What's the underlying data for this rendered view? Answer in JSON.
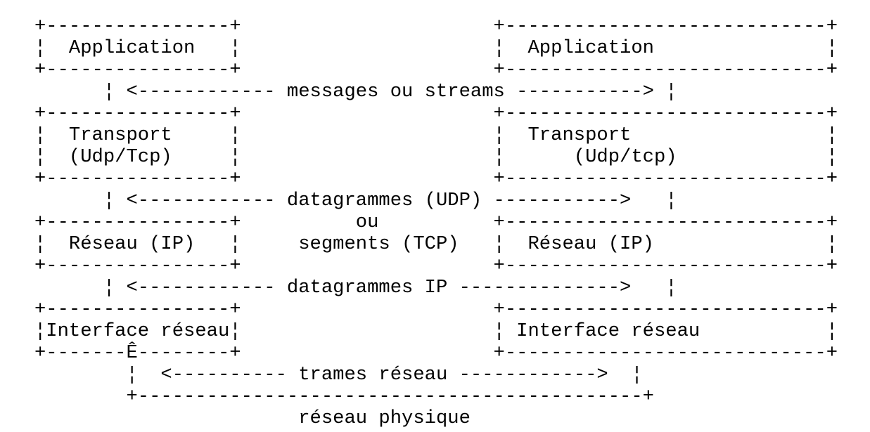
{
  "page": {
    "background_color": "#ffffff",
    "text_color": "#000000"
  },
  "diagram": {
    "type": "ascii-art",
    "lines": [
      "   +----------------+                      +----------------------------+",
      "   ¦  Application   ¦                      ¦  Application               ¦",
      "   +----------------+                      +----------------------------+",
      "         ¦ <------------ messages ou streams -----------> ¦",
      "   +----------------+                      +----------------------------+",
      "   ¦  Transport     ¦                      ¦  Transport                 ¦",
      "   ¦  (Udp/Tcp)     ¦                      ¦      (Udp/tcp)             ¦",
      "   +----------------+                      +----------------------------+",
      "         ¦ <------------ datagrammes (UDP) ----------->   ¦",
      "   +----------------+          ou          +----------------------------+",
      "   ¦  Réseau (IP)   ¦     segments (TCP)   ¦  Réseau (IP)               ¦",
      "   +----------------+                      +----------------------------+",
      "         ¦ <------------ datagrammes IP -------------->   ¦",
      "   +----------------+                      +----------------------------+",
      "   ¦Interface réseau¦                      ¦ Interface réseau           ¦",
      "   +-------Ê--------+                      +----------------------------+",
      "           ¦  <---------- trames réseau ------------>  ¦",
      "           +--------------------------------------------+",
      "                          réseau physique"
    ]
  },
  "semantics": {
    "left_stack_labels": [
      "Application",
      "Transport",
      "(Udp/Tcp)",
      "Réseau (IP)",
      "Interface réseau"
    ],
    "right_stack_labels": [
      "Application",
      "Transport",
      "(Udp/tcp)",
      "Réseau (IP)",
      "Interface réseau"
    ],
    "exchange_labels": [
      "messages ou streams",
      "datagrammes (UDP)",
      "ou",
      "segments (TCP)",
      "datagrammes IP",
      "trames réseau"
    ],
    "physical_layer_label": "réseau physique",
    "stray_character": "Ê"
  }
}
